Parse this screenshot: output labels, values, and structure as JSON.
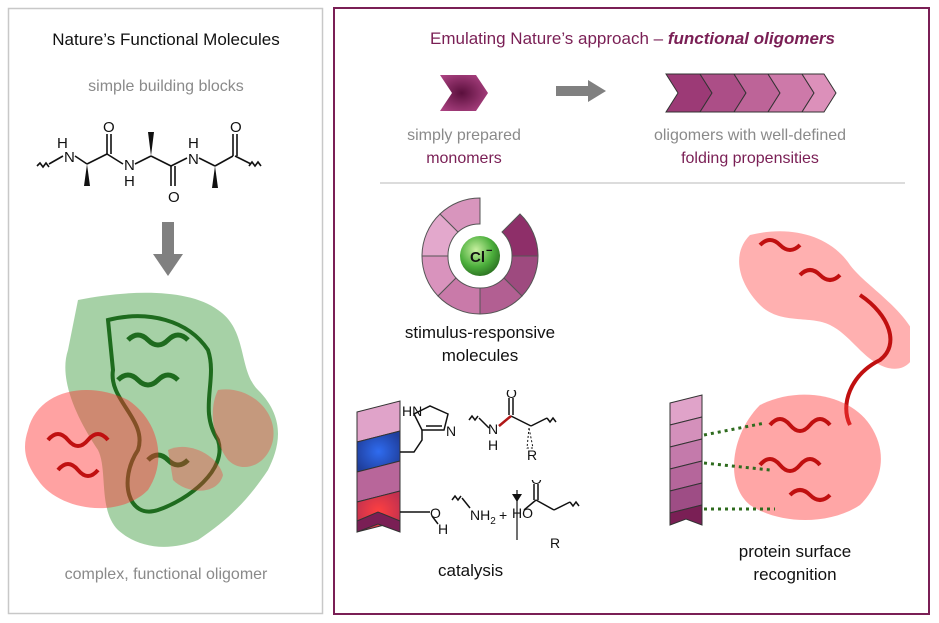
{
  "colors": {
    "plum": "#7a1f55",
    "plum_light": "#d886b8",
    "grey_text": "#7f7f7f",
    "arrow_grey": "#808080",
    "red": "#e02020",
    "green": "#2f8a2f",
    "blue": "#1f5fdc"
  },
  "left_panel": {
    "title": "Nature’s Functional Molecules",
    "subtitle": "simple building blocks",
    "caption": "complex, functional oligomer",
    "peptide_atoms": {
      "n1": "N",
      "h1": "H",
      "o1": "O",
      "n2": "N",
      "h2": "H",
      "o2": "O",
      "n3": "N",
      "h3": "H",
      "o3": "O"
    }
  },
  "right_panel": {
    "title_plain": "Emulating Nature’s approach – ",
    "title_emph": "functional oligomers",
    "monomer_line1": "simply prepared",
    "monomer_line2": "monomers",
    "oligomer_line1": "oligomers with well-defined",
    "oligomer_line2": "folding propensities",
    "ion_label": "Cl",
    "ion_charge": "−",
    "stimulus_line1": "stimulus-responsive",
    "stimulus_line2": "molecules",
    "catalysis_label": "catalysis",
    "protein_line1": "protein surface",
    "protein_line2": "recognition",
    "chem": {
      "imid_nh": "HN",
      "imid_n": "N",
      "oh_o": "O",
      "oh_h": "H",
      "amide_o": "O",
      "amide_n": "N",
      "amide_h": "H",
      "amide_r": "R",
      "prod_nh2": "NH",
      "prod_nh2_sub": "2",
      "plus": "+",
      "prod_ho": "HO",
      "prod_o": "O",
      "prod_r": "R"
    }
  }
}
